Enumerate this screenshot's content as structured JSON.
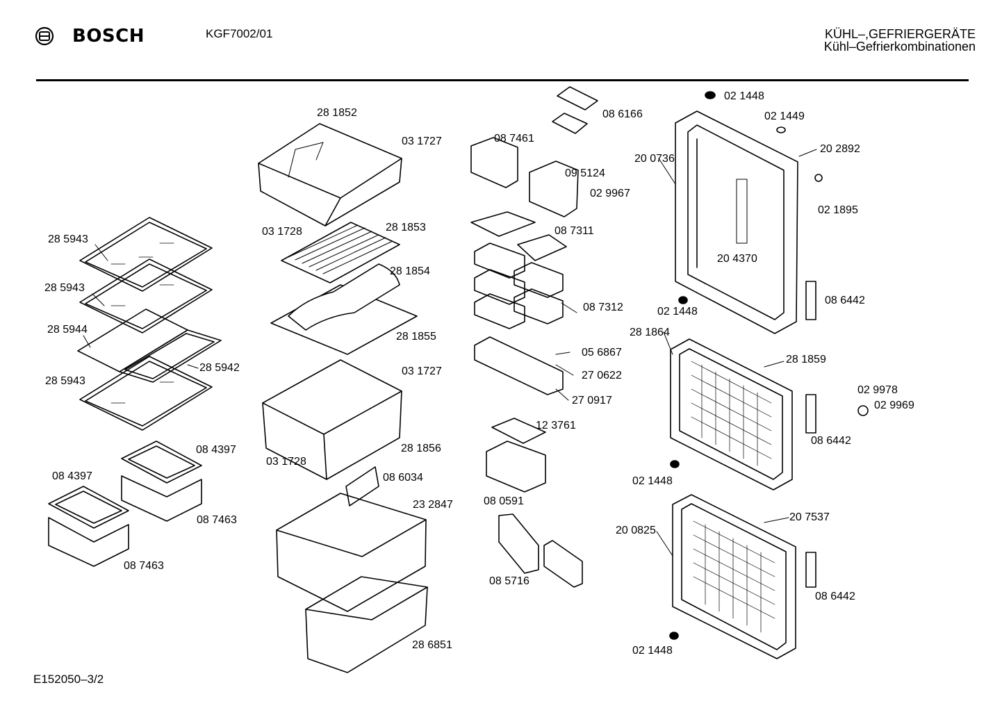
{
  "header": {
    "brand": "BOSCH",
    "model": "KGF7002/01",
    "category_line1": "KÜHL–,GEFRIERGERÄTE",
    "category_line2": "Kühl–Gefrierkombinationen"
  },
  "footer": {
    "drawing_id": "E152050–3/2"
  },
  "colors": {
    "ink": "#000000",
    "paper": "#ffffff",
    "shade": "#e6e6e6"
  },
  "icons": {
    "logo": "bosch-armature-icon"
  },
  "part_labels": [
    "28 5943",
    "28 5943",
    "28 5944",
    "28 5942",
    "28 5943",
    "08 4397",
    "08 4397",
    "08 7463",
    "08 7463",
    "28 1852",
    "03 1727",
    "03 1728",
    "28 1853",
    "28 1854",
    "28 1855",
    "03 1727",
    "03 1728",
    "28 1856",
    "08 6034",
    "23 2847",
    "28 6851",
    "08 6166",
    "08 7461",
    "09 5124",
    "02 9967",
    "08 7311",
    "08 7312",
    "05 6867",
    "27 0622",
    "27 0917",
    "12 3761",
    "08 0591",
    "08 5716",
    "02 1448",
    "02 1449",
    "20 2892",
    "20 0736",
    "02 1895",
    "20 4370",
    "02 1448",
    "08 6442",
    "28 1864",
    "28 1859",
    "02 9978",
    "02 9969",
    "08 6442",
    "02 1448",
    "20 7537",
    "20 0825",
    "08 6442",
    "02 1448"
  ]
}
